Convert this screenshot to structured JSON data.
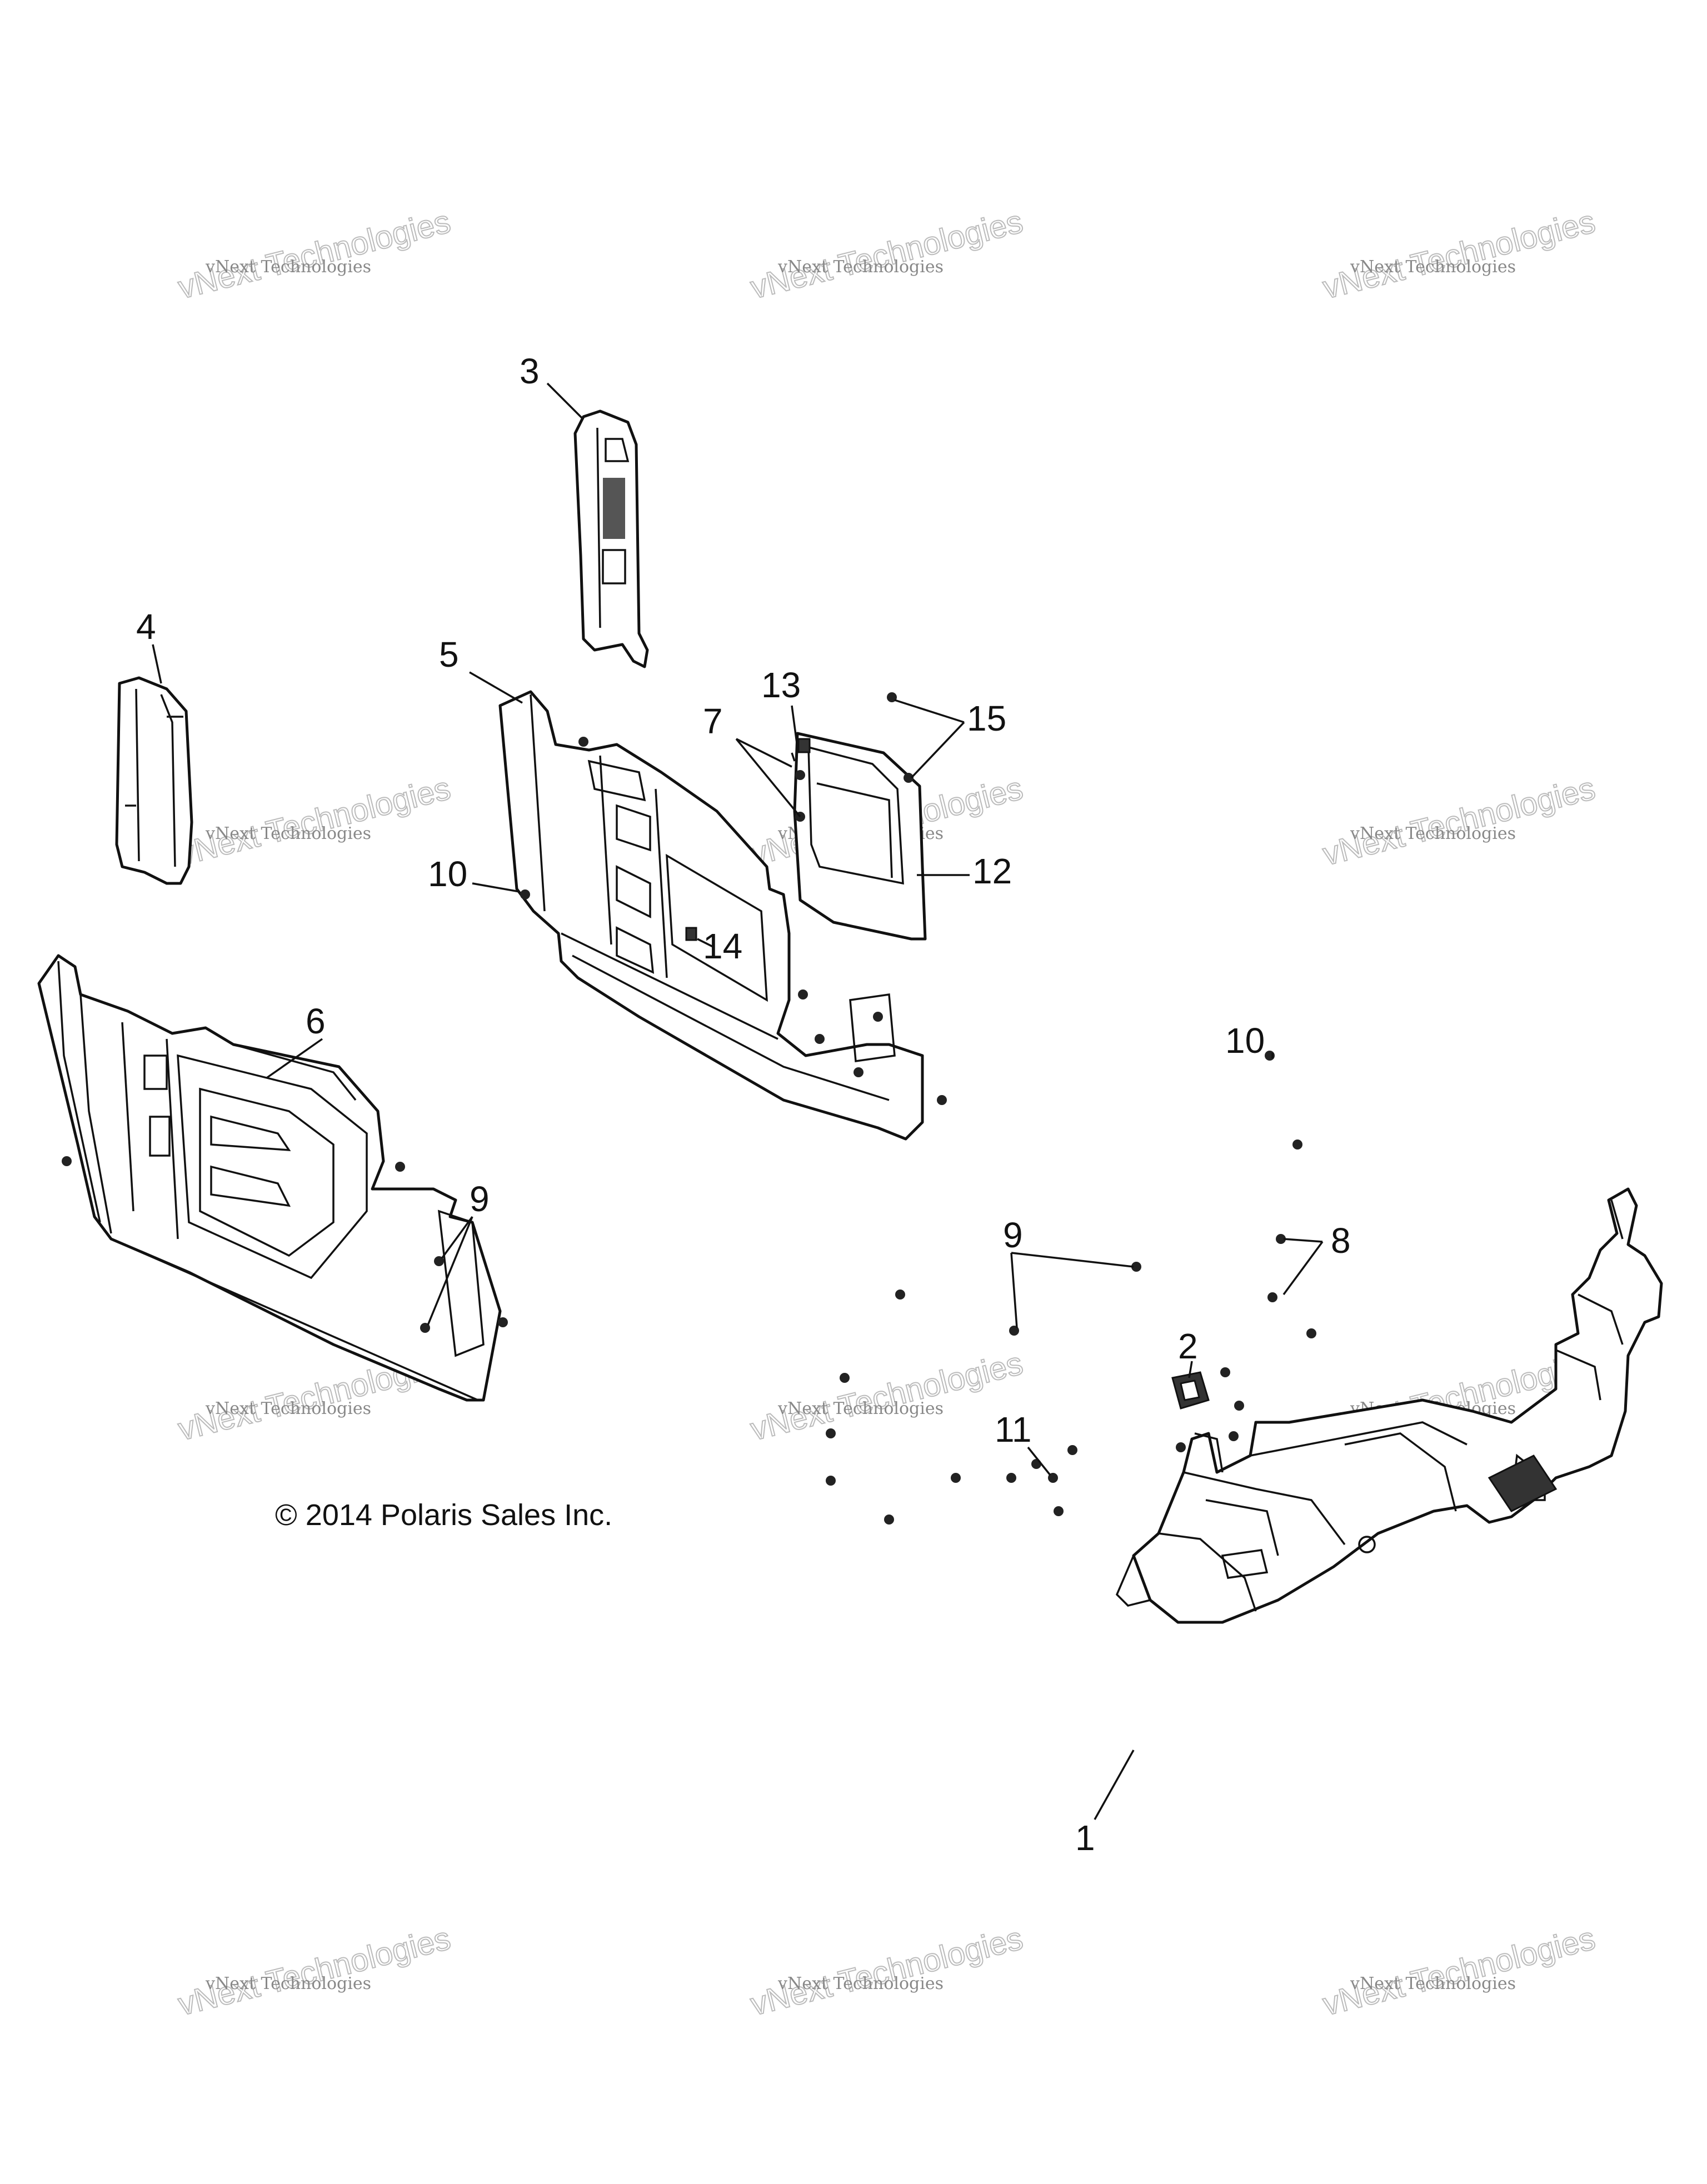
{
  "copyright": "© 2014 Polaris Sales Inc.",
  "watermark": {
    "line1": "vNext Technologies",
    "line2": "vNext\nTechnologies"
  },
  "callouts": [
    "1",
    "2",
    "3",
    "4",
    "5",
    "6",
    "7",
    "8",
    "9",
    "9",
    "10",
    "10",
    "11",
    "12",
    "13",
    "14",
    "15"
  ]
}
